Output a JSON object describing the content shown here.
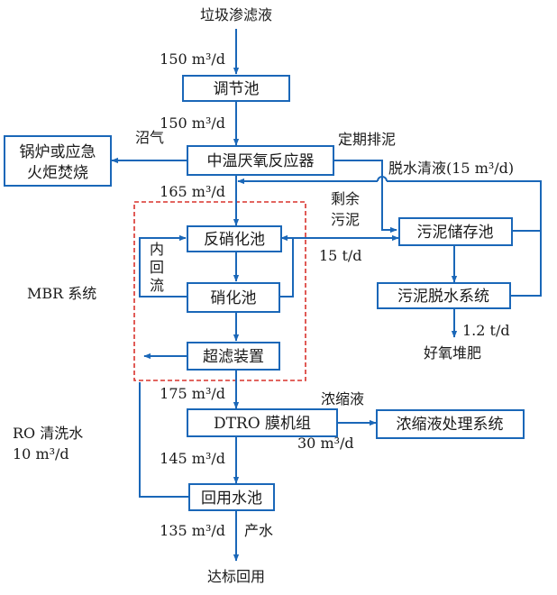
{
  "title": "垃圾渗滤液",
  "flows": {
    "f150a": "150 m³/d",
    "f150b": "150 m³/d",
    "f165": "165 m³/d",
    "f175": "175 m³/d",
    "f145": "145 m³/d",
    "f135": "135 m³/d",
    "f30": "30 m³/d",
    "ro_rate": "10 m³/d",
    "sludge_rate": "15 t/d",
    "compost_rate": "1.2 t/d"
  },
  "boxes": {
    "adjust": "调节池",
    "reactor": "中温厌氧反应器",
    "boiler_line1": "锅炉或应急",
    "boiler_line2": "火炬焚烧",
    "denitrify": "反硝化池",
    "nitrify": "硝化池",
    "uf": "超滤装置",
    "dtro": "DTRO 膜机组",
    "reuse_pool": "回用水池",
    "sludge_store": "污泥储存池",
    "sludge_dewater": "污泥脱水系统",
    "concentrate_treat": "浓缩液处理系统"
  },
  "labels": {
    "biogas": "沼气",
    "periodic_discharge": "定期排泥",
    "dewater_filtrate": "脱水清液(15 m³/d)",
    "excess_line1": "剩余",
    "excess_line2": "污泥",
    "internal_line1": "内",
    "internal_line2": "回",
    "internal_line3": "流",
    "mbr": "MBR 系统",
    "ro_clean": "RO 清洗水",
    "concentrate": "浓缩液",
    "compost": "好氧堆肥",
    "product_water": "产水",
    "final": "达标回用"
  },
  "colors": {
    "line": "#1a67b8",
    "mbr_border": "#d8322c",
    "text": "#1a1a1a"
  }
}
